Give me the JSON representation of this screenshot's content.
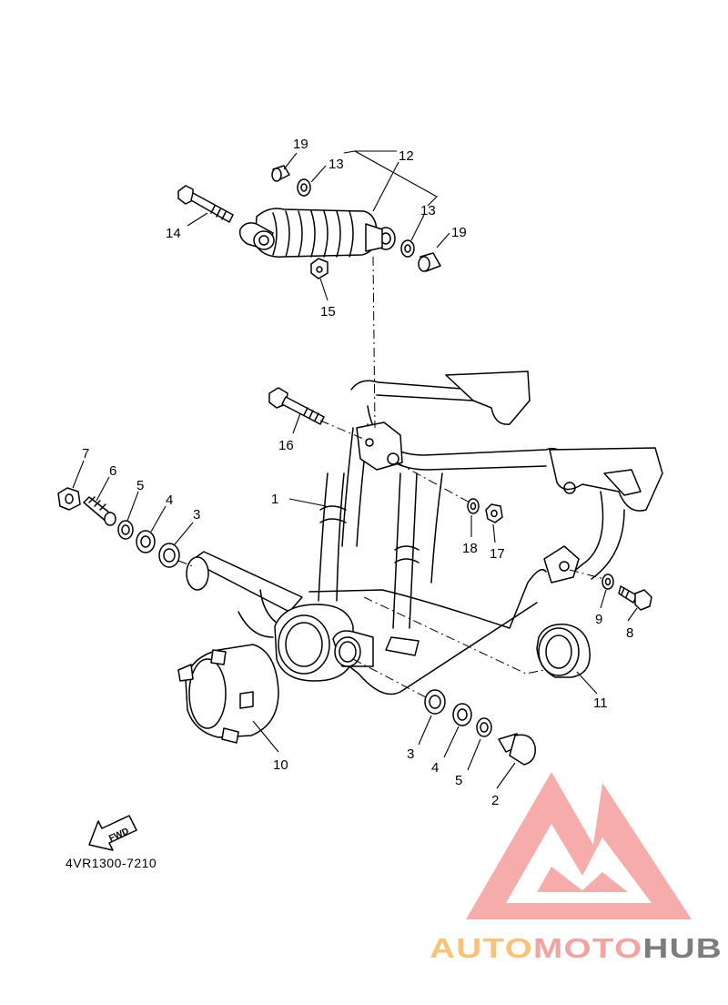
{
  "diagram": {
    "part_code": "4VR1300-7210",
    "fwd_label": "FWD",
    "callouts": {
      "c1": "1",
      "c2": "2",
      "c3a": "3",
      "c3b": "3",
      "c4a": "4",
      "c4b": "4",
      "c5a": "5",
      "c5b": "5",
      "c6": "6",
      "c7": "7",
      "c8": "8",
      "c9": "9",
      "c10": "10",
      "c11": "11",
      "c12": "12",
      "c13a": "13",
      "c13b": "13",
      "c14": "14",
      "c15": "15",
      "c16": "16",
      "c17": "17",
      "c18": "18",
      "c19a": "19",
      "c19b": "19"
    }
  },
  "watermark": {
    "part1": "AUTO",
    "part2": "MOTO",
    "part3": "HUB",
    "colors": {
      "auto": "#f7c27a",
      "moto": "#f4a3a3",
      "hub": "#7d7d7d",
      "logo": "#f6a3a3"
    }
  }
}
